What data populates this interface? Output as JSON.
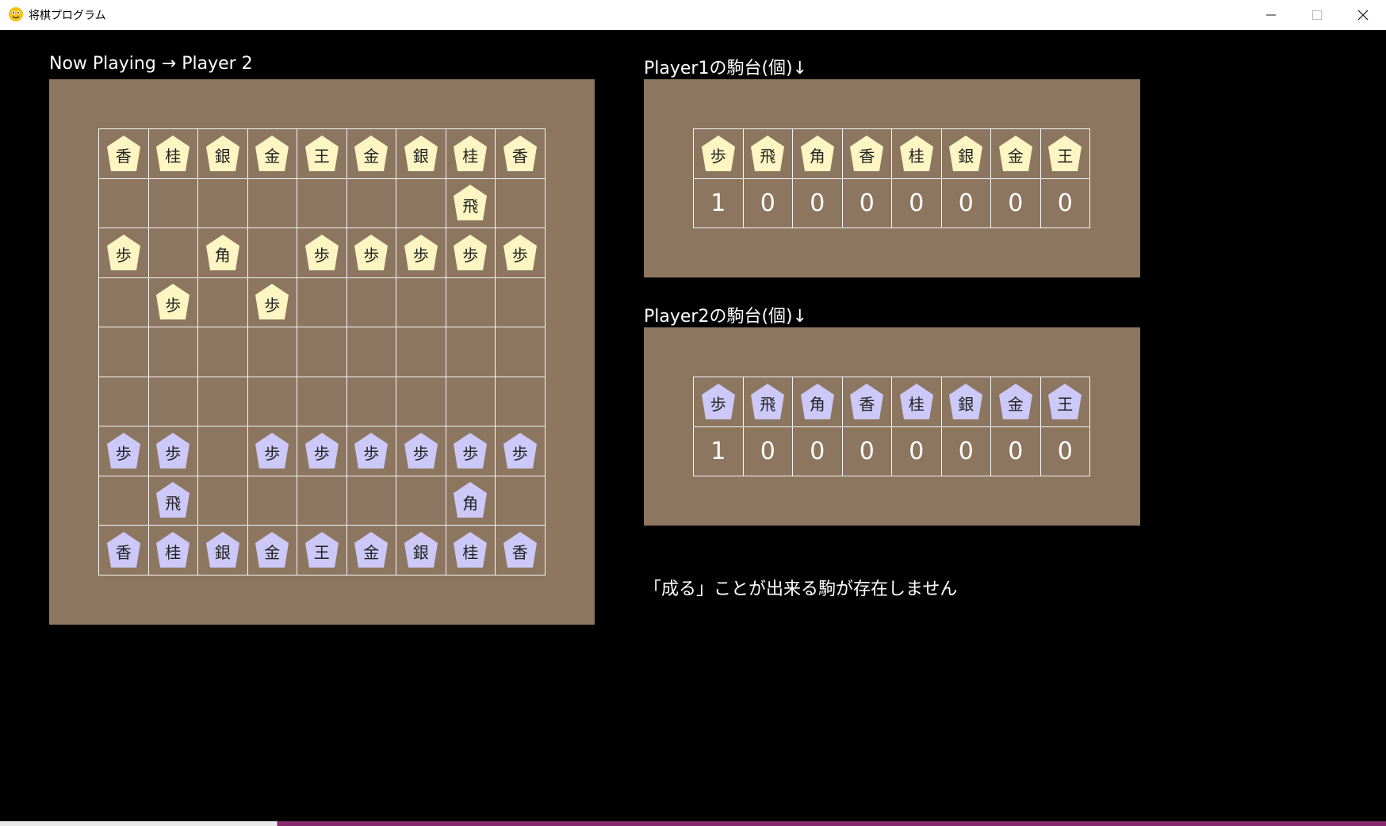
{
  "window": {
    "title": "将棋プログラム",
    "controls": {
      "minimize": "minimize-icon",
      "maximize": "maximize-icon",
      "close": "close-icon"
    }
  },
  "status": {
    "now_playing": "Now Playing → Player 2",
    "message": "「成る」ことが出来る駒が存在しません"
  },
  "colors": {
    "background": "#000000",
    "panel": "#8d7660",
    "grid_line": "#f5f5f5",
    "player1_piece": "#fdf6c3",
    "player2_piece": "#ccc8f8"
  },
  "board": {
    "rows": [
      [
        {
          "k": "香",
          "p": 1
        },
        {
          "k": "桂",
          "p": 1
        },
        {
          "k": "銀",
          "p": 1
        },
        {
          "k": "金",
          "p": 1
        },
        {
          "k": "王",
          "p": 1
        },
        {
          "k": "金",
          "p": 1
        },
        {
          "k": "銀",
          "p": 1
        },
        {
          "k": "桂",
          "p": 1
        },
        {
          "k": "香",
          "p": 1
        }
      ],
      [
        null,
        null,
        null,
        null,
        null,
        null,
        null,
        {
          "k": "飛",
          "p": 1
        },
        null
      ],
      [
        {
          "k": "歩",
          "p": 1
        },
        null,
        {
          "k": "角",
          "p": 1
        },
        null,
        {
          "k": "歩",
          "p": 1
        },
        {
          "k": "歩",
          "p": 1
        },
        {
          "k": "歩",
          "p": 1
        },
        {
          "k": "歩",
          "p": 1
        },
        {
          "k": "歩",
          "p": 1
        }
      ],
      [
        null,
        {
          "k": "歩",
          "p": 1
        },
        null,
        {
          "k": "歩",
          "p": 1
        },
        null,
        null,
        null,
        null,
        null
      ],
      [
        null,
        null,
        null,
        null,
        null,
        null,
        null,
        null,
        null
      ],
      [
        null,
        null,
        null,
        null,
        null,
        null,
        null,
        null,
        null
      ],
      [
        {
          "k": "歩",
          "p": 2
        },
        {
          "k": "歩",
          "p": 2
        },
        null,
        {
          "k": "歩",
          "p": 2
        },
        {
          "k": "歩",
          "p": 2
        },
        {
          "k": "歩",
          "p": 2
        },
        {
          "k": "歩",
          "p": 2
        },
        {
          "k": "歩",
          "p": 2
        },
        {
          "k": "歩",
          "p": 2
        }
      ],
      [
        null,
        {
          "k": "飛",
          "p": 2
        },
        null,
        null,
        null,
        null,
        null,
        {
          "k": "角",
          "p": 2
        },
        null
      ],
      [
        {
          "k": "香",
          "p": 2
        },
        {
          "k": "桂",
          "p": 2
        },
        {
          "k": "銀",
          "p": 2
        },
        {
          "k": "金",
          "p": 2
        },
        {
          "k": "王",
          "p": 2
        },
        {
          "k": "金",
          "p": 2
        },
        {
          "k": "銀",
          "p": 2
        },
        {
          "k": "桂",
          "p": 2
        },
        {
          "k": "香",
          "p": 2
        }
      ]
    ]
  },
  "komadai": [
    {
      "title": "Player1の駒台(個)↓",
      "player": 1,
      "pieces": [
        "歩",
        "飛",
        "角",
        "香",
        "桂",
        "銀",
        "金",
        "王"
      ],
      "counts": [
        "1",
        "0",
        "0",
        "0",
        "0",
        "0",
        "0",
        "0"
      ]
    },
    {
      "title": "Player2の駒台(個)↓",
      "player": 2,
      "pieces": [
        "歩",
        "飛",
        "角",
        "香",
        "桂",
        "銀",
        "金",
        "王"
      ],
      "counts": [
        "1",
        "0",
        "0",
        "0",
        "0",
        "0",
        "0",
        "0"
      ]
    }
  ]
}
